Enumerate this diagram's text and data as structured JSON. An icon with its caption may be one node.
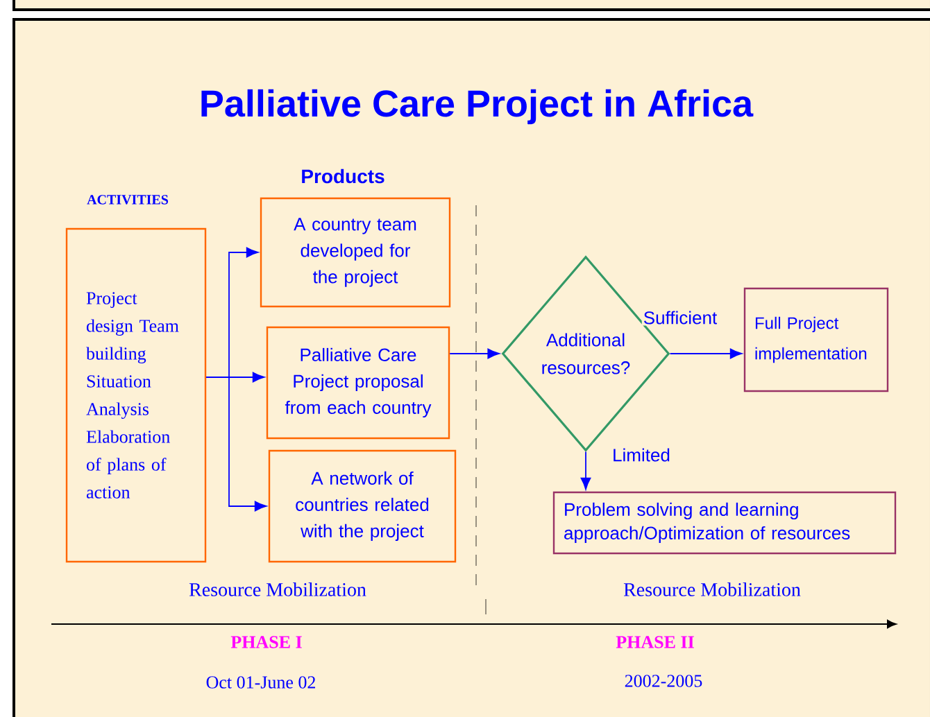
{
  "diagram": {
    "title": "Palliative Care Project in Africa",
    "nodes": [
      {
        "text": [
          "Project design Team building Situation Analysis Elaboration of plans of action"
        ]
      },
      {
        "text": [
          "A country team developed for the project"
        ]
      },
      {
        "text": [
          "Palliative Care Project proposal from each country"
        ]
      },
      {
        "text": [
          "A network of countries related with the project"
        ]
      },
      {
        "text": [
          "Additional resources?"
        ]
      },
      {
        "text": [
          "Full Project implementation"
        ]
      },
      {
        "text": [
          "Problem solving and learning approach/Optimization of resources"
        ]
      }
    ],
    "edges": [
      {
        "from": 0,
        "to": 1,
        "arrow": "to"
      },
      {
        "from": 0,
        "to": 2,
        "arrow": "to"
      },
      {
        "from": 0,
        "to": 3,
        "arrow": "to"
      },
      {
        "from": 2,
        "to": 4,
        "arrow": "to"
      },
      {
        "from": 4,
        "to": 5,
        "arrow": "to",
        "label": "Sufficient"
      },
      {
        "from": 4,
        "to": 6,
        "arrow": "to",
        "label": "Limited"
      }
    ],
    "labels": [
      "ACTIVITIES",
      "Products",
      "Resource Mobilization",
      "Resource Mobilization",
      "PHASE I",
      "PHASE II",
      "Oct 01-June 02",
      "2002-2005"
    ]
  }
}
